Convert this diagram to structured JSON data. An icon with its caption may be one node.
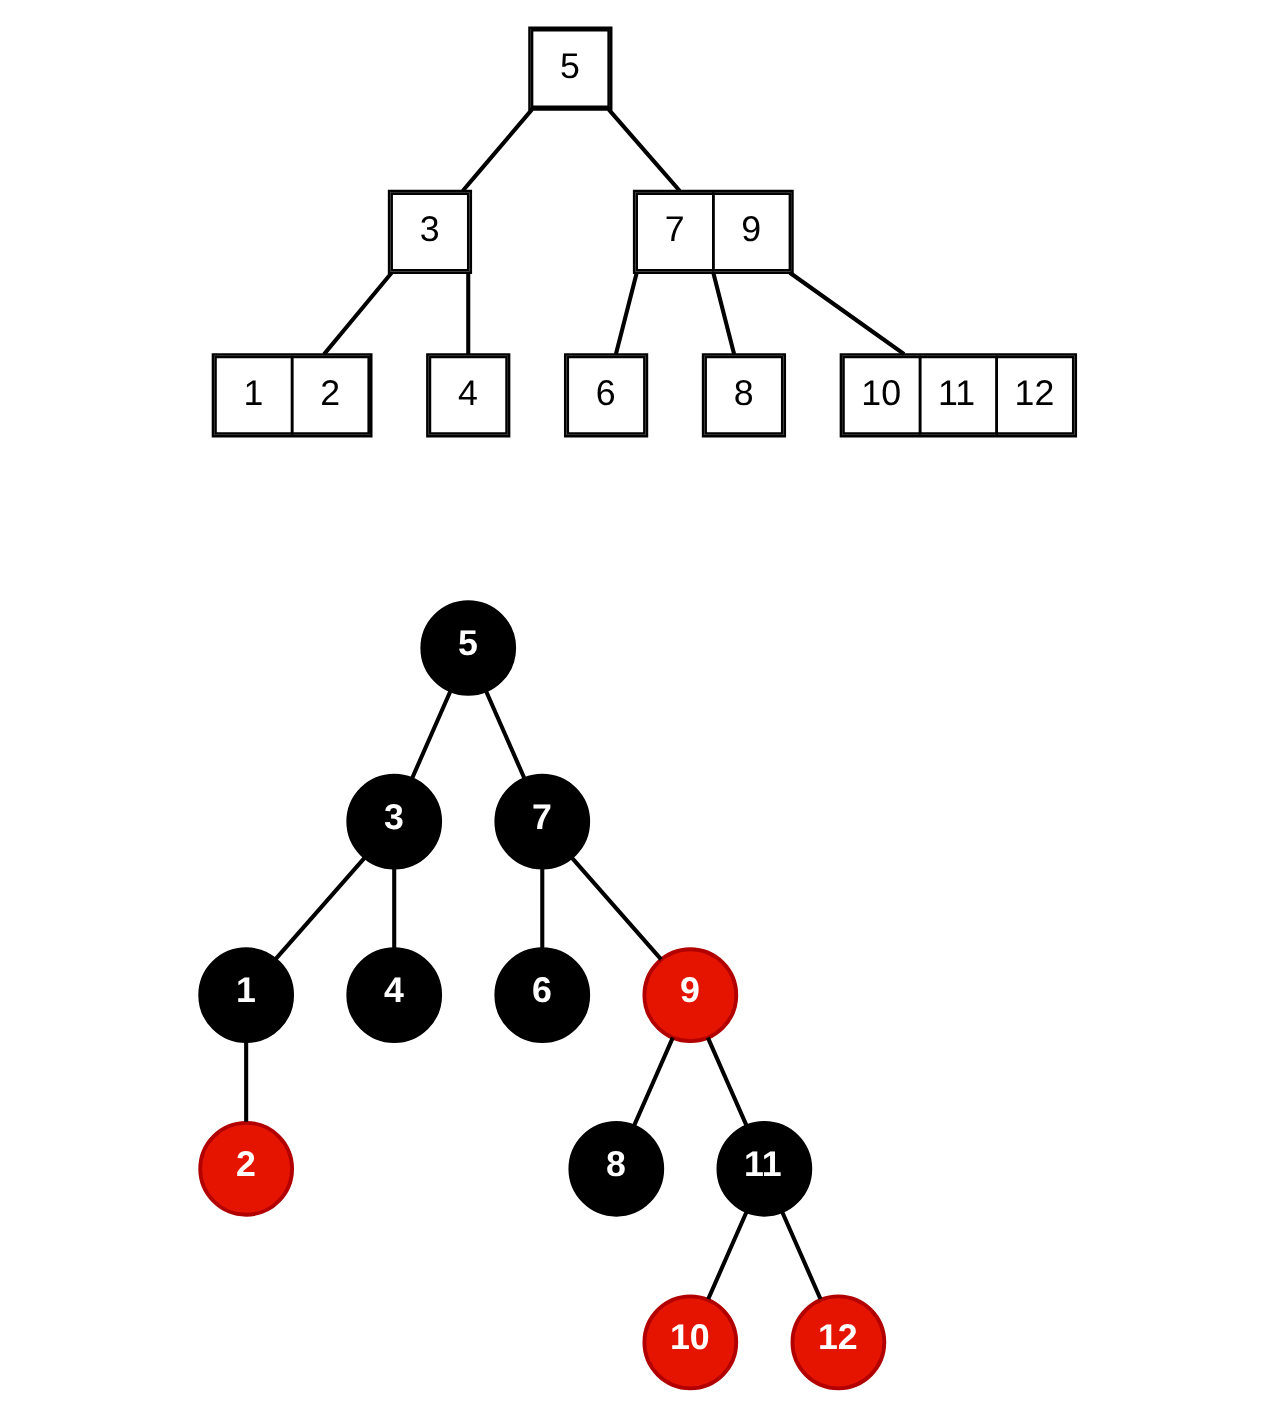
{
  "diagram": {
    "nodes": [
      {
        "text": [
          "5"
        ]
      },
      {
        "text": [
          "3"
        ]
      },
      {
        "text": [
          "7",
          "9"
        ]
      },
      {
        "text": [
          "1",
          "2"
        ]
      },
      {
        "text": [
          "4"
        ]
      },
      {
        "text": [
          "6"
        ]
      },
      {
        "text": [
          "8"
        ]
      },
      {
        "text": [
          "10",
          "11",
          "12"
        ]
      },
      {
        "text": [
          "5"
        ]
      },
      {
        "text": [
          "3"
        ]
      },
      {
        "text": [
          "7"
        ]
      },
      {
        "text": [
          "1"
        ]
      },
      {
        "text": [
          "4"
        ]
      },
      {
        "text": [
          "6"
        ]
      },
      {
        "text": [
          "9"
        ]
      },
      {
        "text": [
          "2"
        ]
      },
      {
        "text": [
          "8"
        ]
      },
      {
        "text": [
          "11"
        ]
      },
      {
        "text": [
          "10"
        ]
      },
      {
        "text": [
          "12"
        ]
      }
    ],
    "edges": [
      {
        "from": 0,
        "to": 1,
        "arrow": "none"
      },
      {
        "from": 0,
        "to": 2,
        "arrow": "none"
      },
      {
        "from": 1,
        "to": 3,
        "arrow": "none"
      },
      {
        "from": 1,
        "to": 4,
        "arrow": "none"
      },
      {
        "from": 2,
        "to": 5,
        "arrow": "none"
      },
      {
        "from": 2,
        "to": 6,
        "arrow": "none"
      },
      {
        "from": 2,
        "to": 7,
        "arrow": "none"
      },
      {
        "from": 8,
        "to": 9,
        "arrow": "none"
      },
      {
        "from": 8,
        "to": 10,
        "arrow": "none"
      },
      {
        "from": 9,
        "to": 11,
        "arrow": "none"
      },
      {
        "from": 9,
        "to": 12,
        "arrow": "none"
      },
      {
        "from": 11,
        "to": 15,
        "arrow": "none"
      },
      {
        "from": 10,
        "to": 13,
        "arrow": "none"
      },
      {
        "from": 10,
        "to": 14,
        "arrow": "none"
      },
      {
        "from": 14,
        "to": 16,
        "arrow": "none"
      },
      {
        "from": 14,
        "to": 17,
        "arrow": "none"
      },
      {
        "from": 17,
        "to": 18,
        "arrow": "none"
      },
      {
        "from": 17,
        "to": 19,
        "arrow": "none"
      }
    ]
  }
}
